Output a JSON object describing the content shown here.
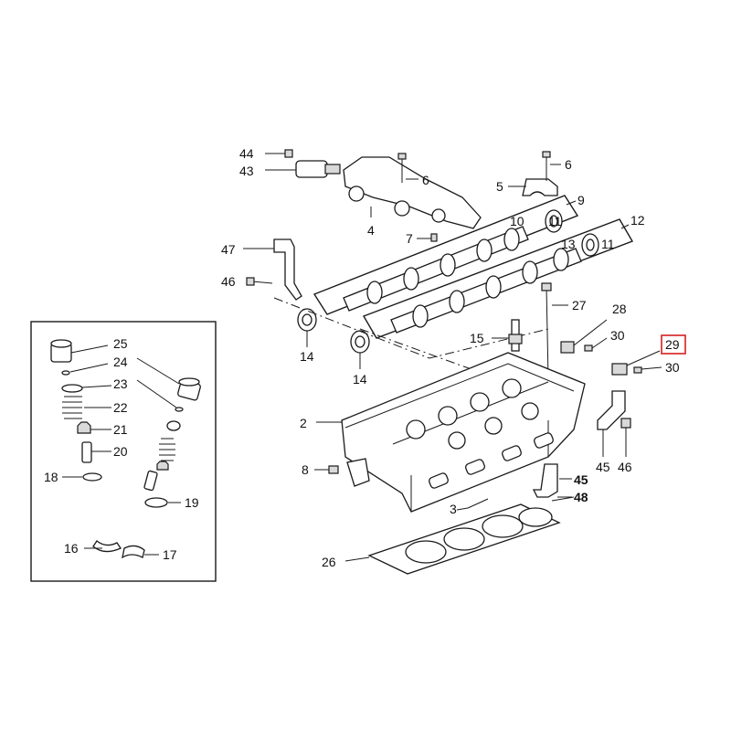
{
  "callouts": {
    "c44": "44",
    "c43": "43",
    "c6a": "6",
    "c6b": "6",
    "c5": "5",
    "c4": "4",
    "c9": "9",
    "c10": "10",
    "c11a": "11",
    "c7": "7",
    "c12": "12",
    "c13": "13",
    "c11b": "11",
    "c47": "47",
    "c46a": "46",
    "c27": "27",
    "c28": "28",
    "c14a": "14",
    "c14b": "14",
    "c15": "15",
    "c30a": "30",
    "c29": "29",
    "c30b": "30",
    "c2": "2",
    "c45a": "45",
    "c46b": "46",
    "c8": "8",
    "c45b": "45",
    "c48": "48",
    "c3": "3",
    "c26": "26",
    "c25": "25",
    "c24": "24",
    "c23": "23",
    "c22": "22",
    "c21": "21",
    "c20": "20",
    "c18": "18",
    "c19": "19",
    "c16": "16",
    "c17": "17"
  },
  "colors": {
    "highlight": "#d62020",
    "ink": "#1a1a1a"
  }
}
